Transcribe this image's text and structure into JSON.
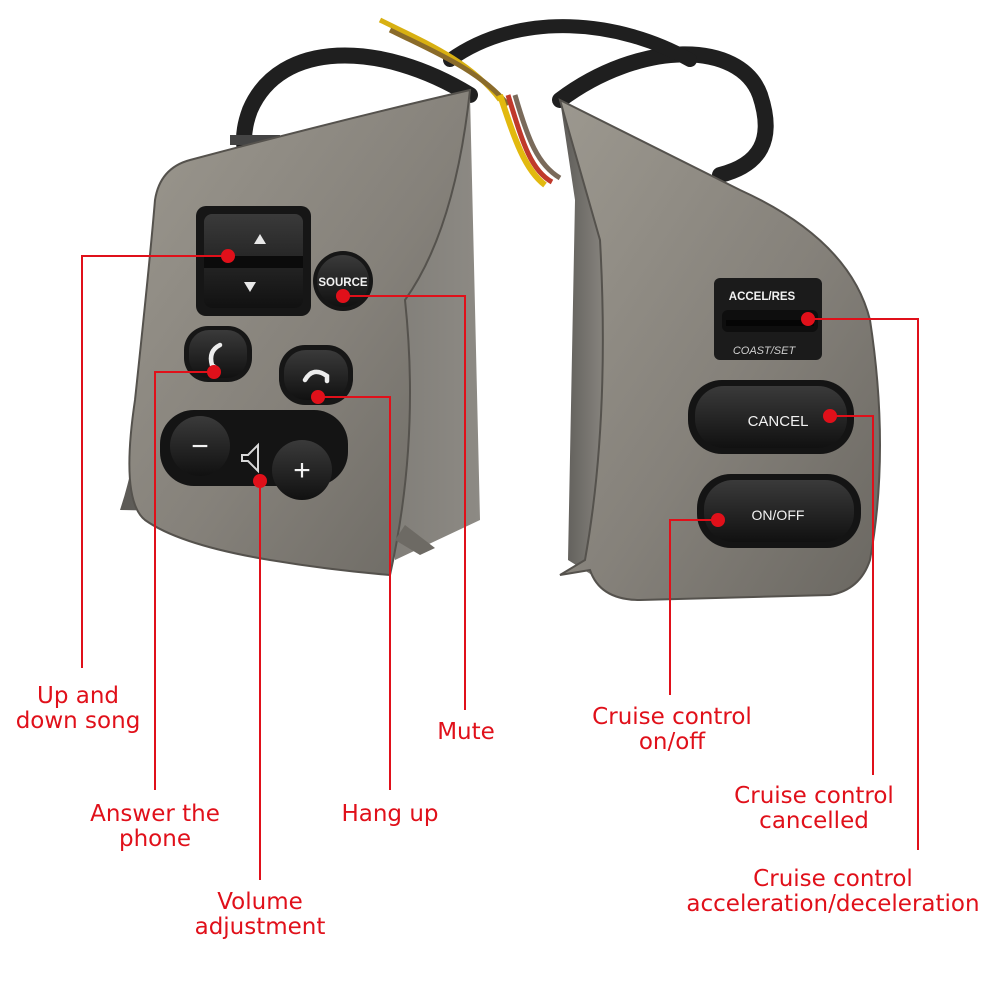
{
  "colors": {
    "annotation": "#e0101a",
    "housing": "#86827a",
    "button": "#1b1b1b",
    "background": "#ffffff"
  },
  "left_module": {
    "source_button": "SOURCE",
    "seek_up_icon": "triangle-up-icon",
    "seek_down_icon": "triangle-down-icon",
    "answer_icon": "phone-answer-icon",
    "hangup_icon": "phone-hangup-icon",
    "volume_minus": "−",
    "volume_plus": "+",
    "speaker_icon": "speaker-icon"
  },
  "right_module": {
    "accel_res": "ACCEL/RES",
    "coast_set": "COAST/SET",
    "cancel_button": "CANCEL",
    "onoff_button": "ON/OFF"
  },
  "annotations": {
    "up_down_song": [
      "Up and",
      "down song"
    ],
    "answer_phone": [
      "Answer the",
      "phone"
    ],
    "volume": [
      "Volume",
      "adjustment"
    ],
    "hang_up": [
      "Hang up"
    ],
    "mute": [
      "Mute"
    ],
    "cruise_onoff": [
      "Cruise control",
      "on/off"
    ],
    "cruise_cancel": [
      "Cruise control",
      "cancelled"
    ],
    "cruise_accel": [
      "Cruise control",
      "acceleration/deceleration"
    ]
  }
}
